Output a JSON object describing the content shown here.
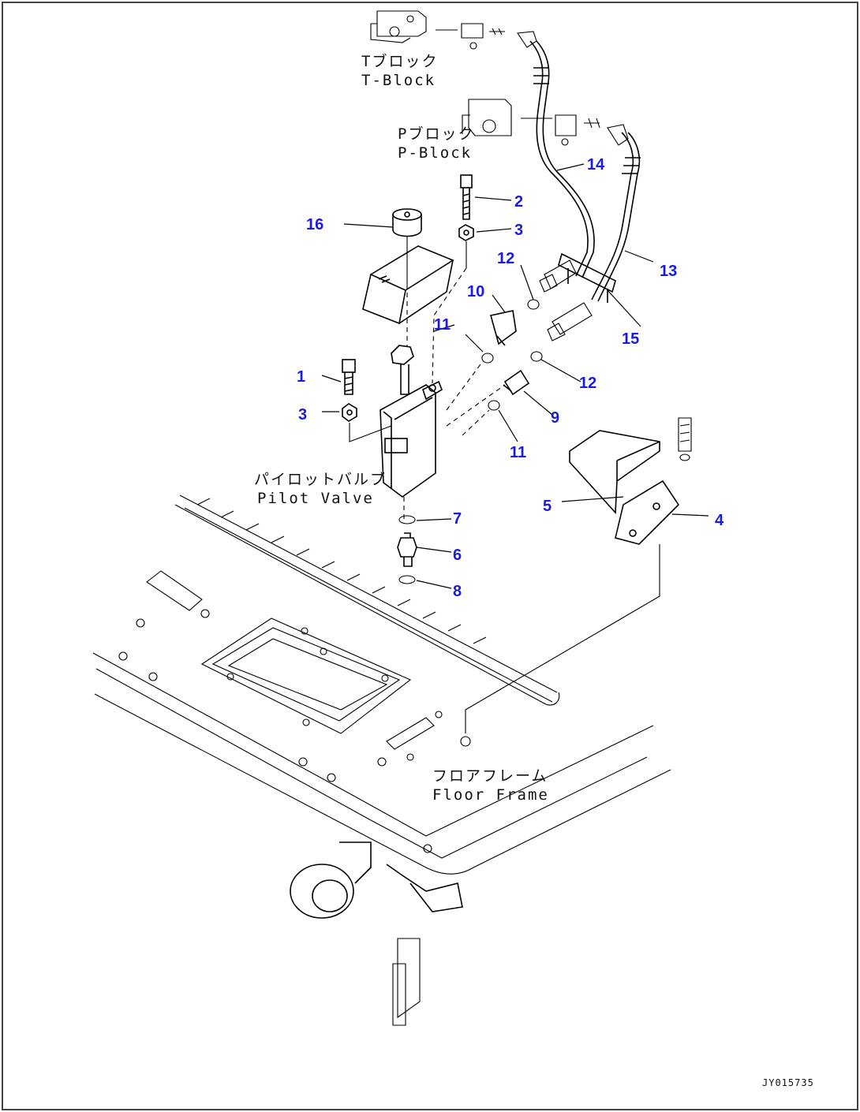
{
  "labels": {
    "t_block_jp": "Tブロック",
    "t_block_en": "T-Block",
    "p_block_jp": "Pブロック",
    "p_block_en": "P-Block",
    "pilot_valve_jp": "パイロットバルブ",
    "pilot_valve_en": "Pilot Valve",
    "floor_frame_jp": "フロアフレーム",
    "floor_frame_en": "Floor Frame"
  },
  "drawing_code": "JY015735",
  "callouts": {
    "c1": "1",
    "c2": "2",
    "c3a": "3",
    "c3b": "3",
    "c4": "4",
    "c5": "5",
    "c6": "6",
    "c7": "7",
    "c8": "8",
    "c9": "9",
    "c10": "10",
    "c11a": "11",
    "c11b": "11",
    "c12a": "12",
    "c12b": "12",
    "c13": "13",
    "c14": "14",
    "c15": "15",
    "c16": "16"
  },
  "colors": {
    "callout": "#1a1ae0",
    "line": "#000000",
    "border": "#444444"
  }
}
